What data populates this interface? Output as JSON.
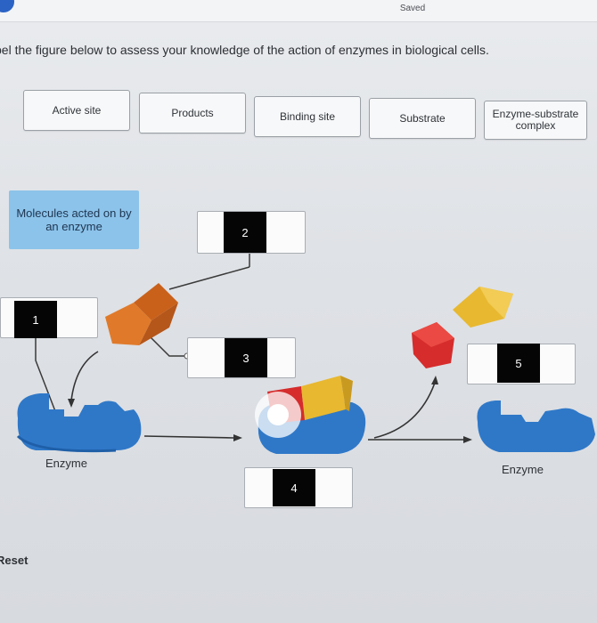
{
  "status": {
    "saved": "Saved"
  },
  "instruction": "bel the figure below to assess your knowledge of the action of enzymes in biological cells.",
  "terms": [
    {
      "label": "Active site"
    },
    {
      "label": "Products"
    },
    {
      "label": "Binding site"
    },
    {
      "label": "Substrate"
    },
    {
      "label": "Enzyme-substrate complex"
    }
  ],
  "hint": "Molecules acted on by an enzyme",
  "dropzones": [
    {
      "number": "1"
    },
    {
      "number": "2"
    },
    {
      "number": "3"
    },
    {
      "number": "4"
    },
    {
      "number": "5"
    }
  ],
  "labels": {
    "enzyme_left": "Enzyme",
    "enzyme_right": "Enzyme"
  },
  "reset": "Reset",
  "colors": {
    "enzyme_blue": "#2f78c8",
    "substrate_orange": "#e07a2a",
    "product_red": "#d62c2c",
    "product_yellow": "#e8b830",
    "hint_bg": "#8cc3ea"
  }
}
